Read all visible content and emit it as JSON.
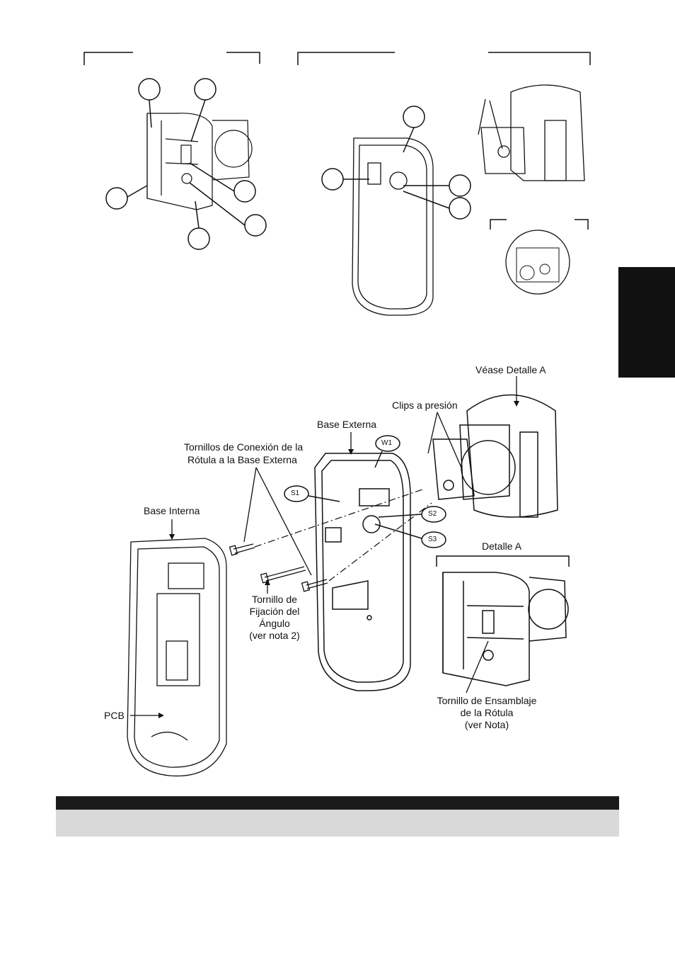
{
  "figure": {
    "labels": {
      "vease_detalle": "Véase Detalle A",
      "clips": "Clips a presión",
      "base_externa": "Base Externa",
      "tornillos_conexion_1": "Tornillos de Conexión de la",
      "tornillos_conexion_2": "Rótula a la Base Externa",
      "base_interna": "Base Interna",
      "tornillo_fijacion_1": "Tornillo de",
      "tornillo_fijacion_2": "Fijación del",
      "tornillo_fijacion_3": "Ángulo",
      "tornillo_fijacion_4": "(ver nota 2)",
      "detalle_a": "Detalle A",
      "tornillo_ensamblaje_1": "Tornillo de Ensamblaje",
      "tornillo_ensamblaje_2": "de la Rótula",
      "tornillo_ensamblaje_3": "(ver Nota)",
      "pcb": "PCB"
    },
    "callouts": {
      "w1": "W1",
      "s1": "S1",
      "s2": "S2",
      "s3": "S3"
    }
  },
  "colors": {
    "line": "#111111",
    "tab": "#111111",
    "bar_dark": "#1a1a1a",
    "bar_light": "#d9d9d9"
  }
}
